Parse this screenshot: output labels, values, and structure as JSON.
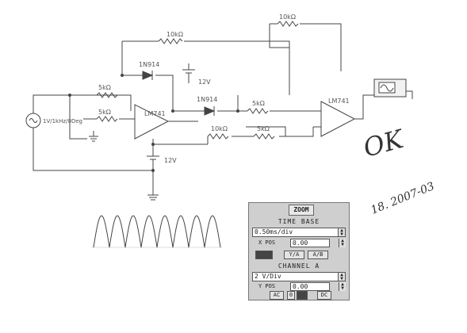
{
  "components": {
    "r_top1": "10kΩ",
    "r_top2": "10kΩ",
    "diode1": "1N914",
    "battery_top": "12V",
    "diode2": "1N914",
    "r_in1": "5kΩ",
    "r_in2": "5kΩ",
    "opamp1": "LM741",
    "r_mid1": "5kΩ",
    "r_bot1": "10kΩ",
    "r_bot2": "5kΩ",
    "opamp2": "LM741",
    "source": "1V/1kHz/0Deg",
    "battery_bot": "12V"
  },
  "handwriting": {
    "mark": "OK",
    "date": "18. 2007-03"
  },
  "oscilloscope_panel": {
    "zoom_label": "ZOOM",
    "time_base_title": "TIME BASE",
    "time_base_value": "0.50ms/div",
    "x_pos_label": "X POS",
    "x_pos_value": "0.00",
    "btn_ya": "Y/A",
    "btn_ab": "A/B",
    "channel_title": "CHANNEL A",
    "channel_value": "2 V/Div",
    "y_pos_label": "Y POS",
    "y_pos_value": "0.00",
    "btn_ac": "AC",
    "btn_zero": "0",
    "btn_dc": "DC"
  },
  "waveform": {
    "type": "full-wave rectified sine",
    "peaks": 8
  }
}
